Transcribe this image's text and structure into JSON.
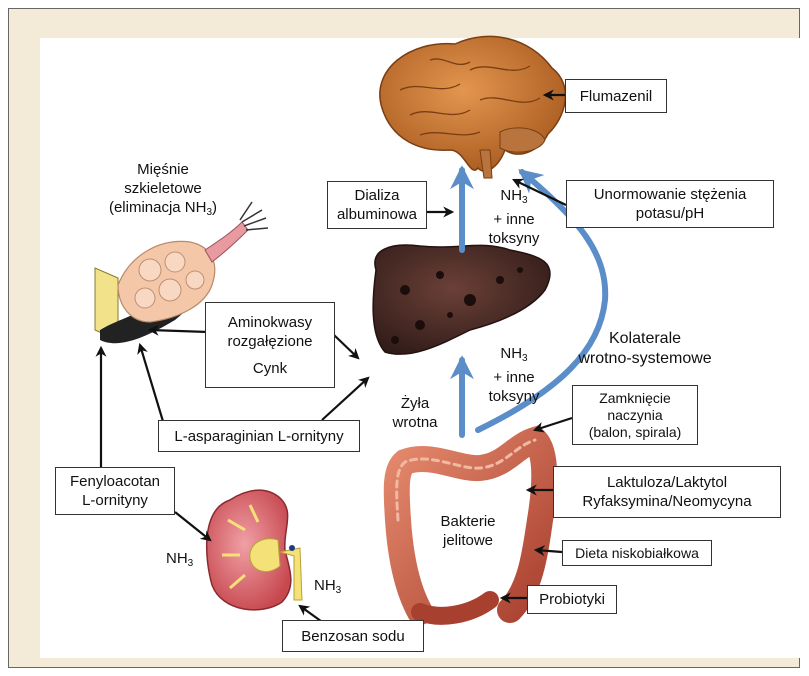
{
  "boxes": {
    "flumazenil": "Flumazenil",
    "dializa_1": "Dializa",
    "dializa_2": "albuminowa",
    "potas_1": "Unormowanie stężenia",
    "potas_2": "potasu/pH",
    "aminokwasy_1": "Aminokwasy",
    "aminokwasy_2": "rozgałęzione",
    "cynk": "Cynk",
    "asparaginian": "L-asparaginian L-ornityny",
    "fenylo_1": "Fenyloacotan",
    "fenylo_2": "L-ornityny",
    "zamkniecie_1": "Zamknięcie",
    "zamkniecie_2": "naczynia",
    "zamkniecie_3": "(balon, spirala)",
    "laktuloza_1": "Laktuloza/Laktytol",
    "laktuloza_2": "Ryfaksymina/Neomycyna",
    "dieta": "Dieta niskobiałkowa",
    "probiotyki": "Probiotyki",
    "benzosan": "Benzosan sodu"
  },
  "labels": {
    "miesnie_1": "Mięśnie",
    "miesnie_2": "szkieletowe",
    "miesnie_3_pre": "(eliminacja NH",
    "miesnie_3_sub": "3",
    "miesnie_3_post": ")",
    "nh3_top_pre": "NH",
    "nh3_top_sub": "3",
    "nh3_top_2": "+ inne",
    "nh3_top_3": "toksyny",
    "nh3_mid_pre": "NH",
    "nh3_mid_sub": "3",
    "nh3_mid_2": "+ inne",
    "nh3_mid_3": "toksyny",
    "kolaterale_1": "Kolaterale",
    "kolaterale_2": "wrotno-systemowe",
    "zyla_1": "Żyła",
    "zyla_2": "wrotna",
    "bakterie_1": "Bakterie",
    "bakterie_2": "jelitowe",
    "nh3_kidney_pre": "NH",
    "nh3_kidney_sub": "3",
    "nh3_kidney2_pre": "NH",
    "nh3_kidney2_sub": "3"
  },
  "colors": {
    "blue_arrow": "#5b8dc9",
    "black_arrow": "#111111",
    "brain": "#c4742e",
    "liver": "#4a2a25",
    "intestine": "#c05a44",
    "kidney": "#d55a6a",
    "frame_bg": "#f3ead8"
  }
}
